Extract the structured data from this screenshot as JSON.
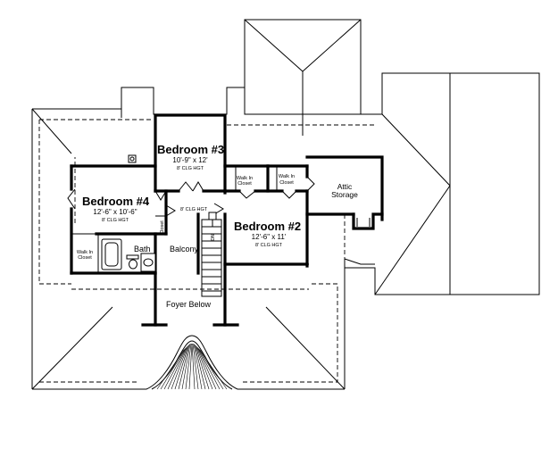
{
  "rooms": {
    "bedroom3": {
      "name": "Bedroom #3",
      "size": "10'-9\" x 12'",
      "ceiling": "8' CLG HGT"
    },
    "bedroom4": {
      "name": "Bedroom #4",
      "size": "12'-6\" x 10'-6\"",
      "ceiling": "8' CLG HGT"
    },
    "bedroom2": {
      "name": "Bedroom #2",
      "size": "12'-6\" x 11'",
      "ceiling": "8' CLG HGT"
    },
    "hall": {
      "ceiling": "8' CLG HGT"
    },
    "walkin_closet_b3": {
      "line1": "Walk In",
      "line2": "Closet"
    },
    "walkin_closet_b2": {
      "line1": "Walk In",
      "line2": "Closet"
    },
    "walkin_closet_b4": {
      "line1": "Walk In",
      "line2": "Closet"
    },
    "closet": {
      "name": "Closet"
    },
    "attic": {
      "line1": "Attic",
      "line2": "Storage"
    },
    "bath": {
      "name": "Bath"
    },
    "balcony": {
      "name": "Balcony"
    },
    "foyer": {
      "name": "Foyer Below"
    },
    "stair_mark": {
      "name": "DN"
    }
  }
}
